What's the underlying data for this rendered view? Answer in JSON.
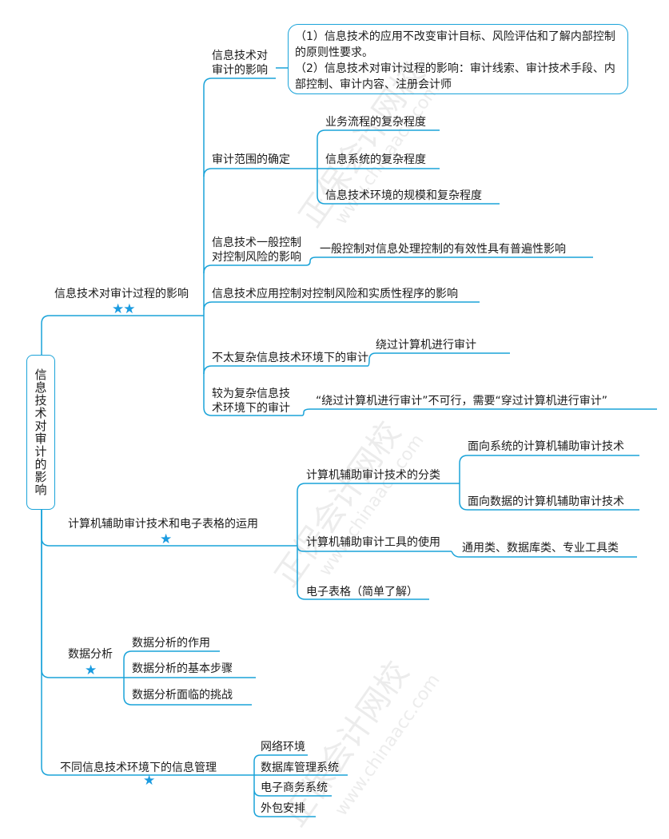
{
  "root": "信息技术对审计的影响",
  "watermark": {
    "brand": "正保会计网校",
    "url": "www.chinaacc.com"
  },
  "branches": [
    {
      "label": "信息技术对审计过程的影响",
      "stars": "★★",
      "children": [
        {
          "label": "信息技术对\n审计的影响",
          "note": [
            "（1）信息技术的应用不改变审计目标、风险评估和了解内部控制的原则性要求。",
            "（2）信息技术对审计过程的影响：审计线索、审计技术手段、内部控制、审计内容、注册会计师"
          ]
        },
        {
          "label": "审计范围的确定",
          "children": [
            "业务流程的复杂程度",
            "信息系统的复杂程度",
            "信息技术环境的规模和复杂程度"
          ]
        },
        {
          "label": "信息技术一般控制\n对控制风险的影响",
          "children": [
            "一般控制对信息处理控制的有效性具有普遍性影响"
          ]
        },
        {
          "label": "信息技术应用控制对控制风险和实质性程序的影响"
        },
        {
          "label": "不太复杂信息技术环境下的审计",
          "children": [
            "绕过计算机进行审计"
          ]
        },
        {
          "label": "较为复杂信息技\n术环境下的审计",
          "children": [
            "“绕过计算机进行审计”不可行，需要“穿过计算机进行审计”"
          ]
        }
      ]
    },
    {
      "label": "计算机辅助审计技术和电子表格的运用",
      "stars": "★",
      "children": [
        {
          "label": "计算机辅助审计技术的分类",
          "children": [
            "面向系统的计算机辅助审计技术",
            "面向数据的计算机辅助审计技术"
          ]
        },
        {
          "label": "计算机辅助审计工具的使用",
          "children": [
            "通用类、数据库类、专业工具类"
          ]
        },
        {
          "label": "电子表格（简单了解）"
        }
      ]
    },
    {
      "label": "数据分析",
      "stars": "★",
      "children": [
        {
          "label": "数据分析的作用"
        },
        {
          "label": "数据分析的基本步骤"
        },
        {
          "label": "数据分析面临的挑战"
        }
      ]
    },
    {
      "label": "不同信息技术环境下的信息管理",
      "stars": "★",
      "children": [
        {
          "label": "网络环境"
        },
        {
          "label": "数据库管理系统"
        },
        {
          "label": "电子商务系统"
        },
        {
          "label": "外包安排"
        }
      ]
    }
  ],
  "colors": {
    "line": "#1aa3d9",
    "star": "#1a9be0"
  }
}
